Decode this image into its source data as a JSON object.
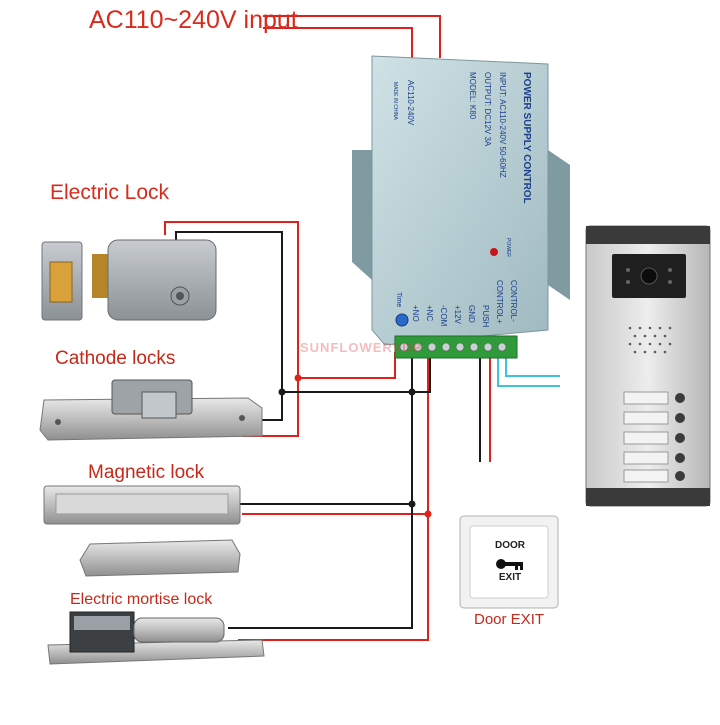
{
  "labels": {
    "ac_input": "AC110~240V input",
    "electric_lock": "Electric Lock",
    "cathode_locks": "Cathode locks",
    "magnetic_lock": "Magnetic lock",
    "electric_mortise_lock": "Electric mortise lock",
    "door_exit": "Door EXIT"
  },
  "power_supply": {
    "title": "POWER SUPPLY CONTROL",
    "input": "INPUT: AC110-240V 50-60HZ",
    "output": "OUTPUT: DC12V 3A",
    "model": "MODEL: K80",
    "ac_label": "AC110-240V",
    "made_in": "MADE IN CHINA",
    "power_led": "POWER",
    "time_label": "Time",
    "terminals": [
      "+NO",
      "+NC",
      "-COM",
      "+12V",
      "GND",
      "PUSH",
      "CONTROL+",
      "CONTROL-"
    ]
  },
  "exit_button": {
    "line1": "DOOR",
    "line2": "EXIT"
  },
  "watermark": "SUNFLOWERVDP",
  "colors": {
    "label_red": "#d92b1c",
    "wire_red": "#e0201a",
    "wire_black": "#1a1a1a",
    "wire_cyan": "#3fc3d9",
    "psu_body": "#b9d0d6"
  },
  "icons": {
    "key": "key-icon",
    "led": "power-led-icon"
  }
}
